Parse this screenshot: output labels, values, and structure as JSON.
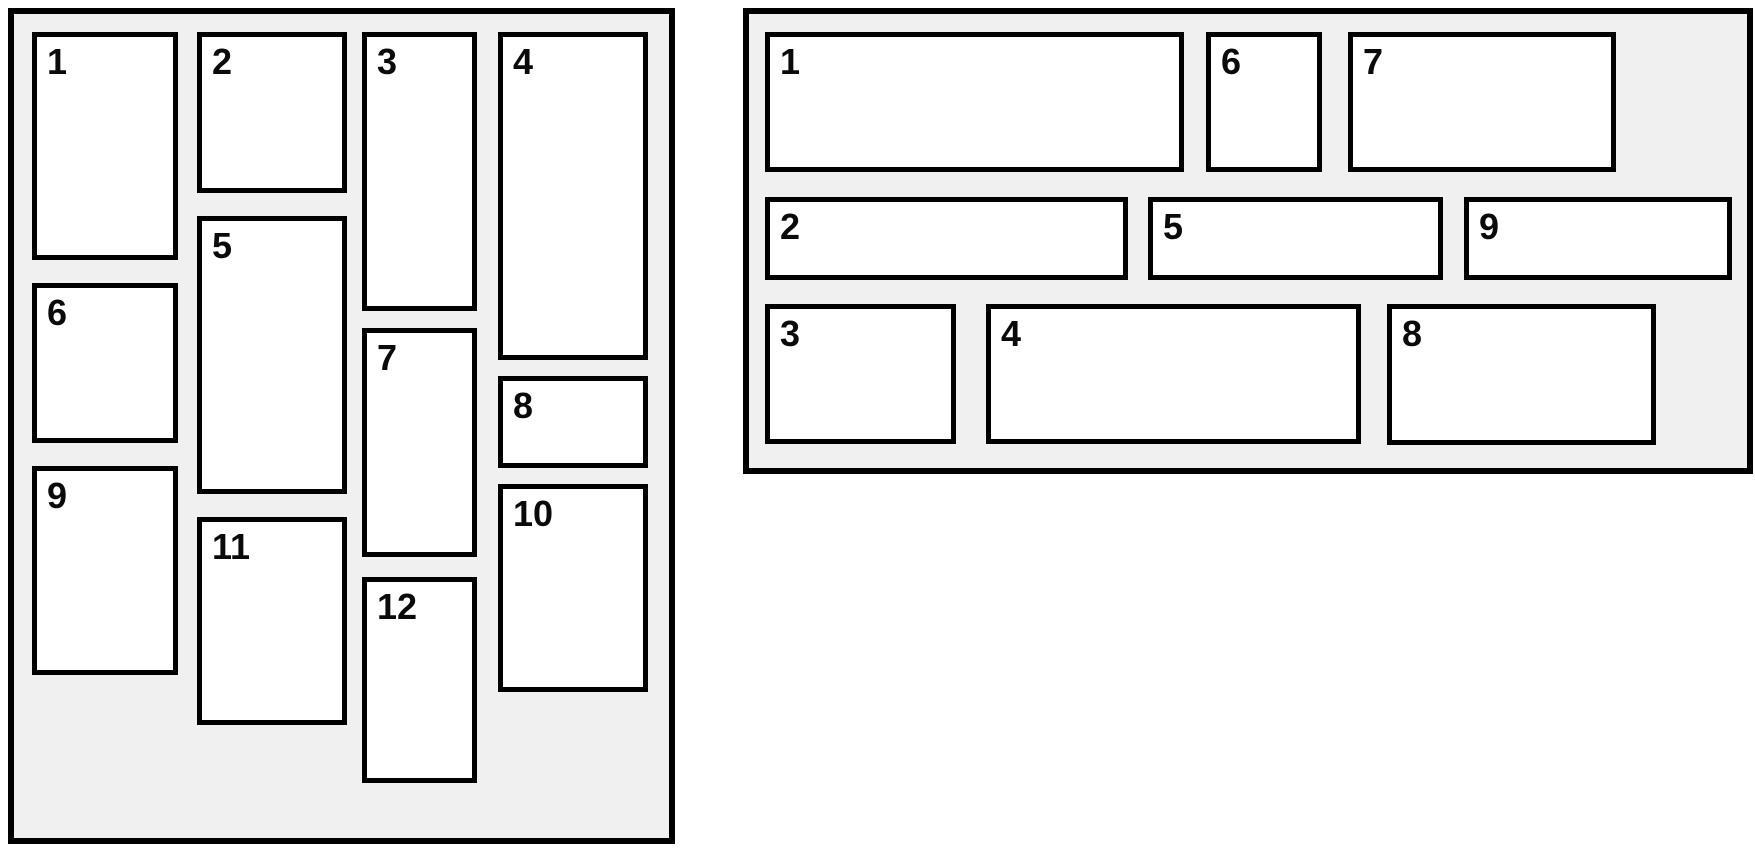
{
  "left_panel": {
    "labels": [
      "1",
      "2",
      "3",
      "4",
      "5",
      "6",
      "7",
      "8",
      "9",
      "10",
      "11",
      "12"
    ]
  },
  "right_panel": {
    "labels": [
      "1",
      "2",
      "3",
      "4",
      "5",
      "6",
      "7",
      "8",
      "9"
    ]
  },
  "colors": {
    "page_background": "#ffffff",
    "panel_background": "#f0f0f0",
    "item_background": "#ffffff",
    "border": "#000000",
    "label_text": "#0a0a0a"
  }
}
